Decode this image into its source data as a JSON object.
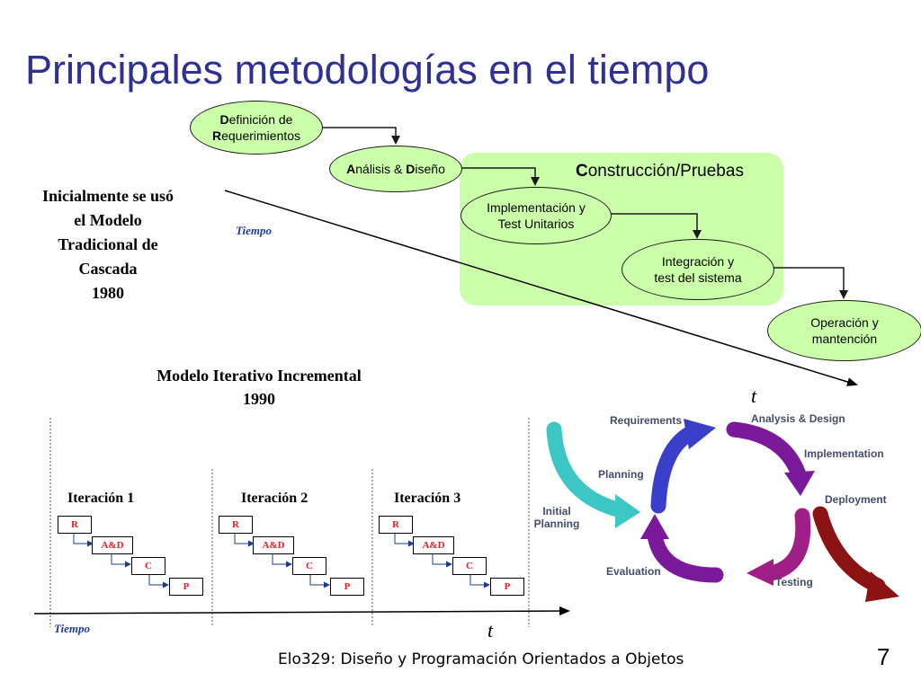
{
  "slide": {
    "title": "Principales metodologías en el tiempo",
    "footer": "Elo329: Diseño y Programación Orientados a Objetos",
    "page_number": "7"
  },
  "waterfall": {
    "caption_lines": [
      "Inicialmente se usó",
      "el Modelo",
      "Tradicional de",
      "Cascada",
      "1980"
    ],
    "axis_label": "Tiempo",
    "axis_end_label": "t",
    "group_label_first": "C",
    "group_label_rest": "onstrucción/Pruebas",
    "stages": [
      {
        "first": "D",
        "rest": "efinición de",
        "line2_first": "R",
        "line2_rest": "equerimientos"
      },
      {
        "a": "A",
        "b": "nálisis & ",
        "c": "D",
        "d": "iseño"
      },
      {
        "line1": "Implementación y",
        "line2": "Test Unitarios"
      },
      {
        "line1": "Integración y",
        "line2": "test del sistema"
      },
      {
        "line1": "Operación y",
        "line2": "mantención"
      }
    ]
  },
  "iterative": {
    "caption_line1": "Modelo Iterativo Incremental",
    "caption_line2": "1990",
    "axis_label": "Tiempo",
    "axis_end_label": "t",
    "iterations": [
      {
        "label": "Iteración 1",
        "steps": [
          "R",
          "A&D",
          "C",
          "P"
        ]
      },
      {
        "label": "Iteración 2",
        "steps": [
          "R",
          "A&D",
          "C",
          "P"
        ]
      },
      {
        "label": "Iteración 3",
        "steps": [
          "R",
          "A&D",
          "C",
          "P"
        ]
      }
    ]
  },
  "cycle": {
    "labels": {
      "initial_planning": "Initial Planning",
      "planning": "Planning",
      "requirements": "Requirements",
      "analysis_design": "Analysis & Design",
      "implementation": "Implementation",
      "deployment": "Deployment",
      "testing": "Testing",
      "evaluation": "Evaluation"
    },
    "colors": {
      "initial": "#3cc6c4",
      "blue": "#3a3fc9",
      "purple": "#7a1a9a",
      "magenta": "#a01f86",
      "deploy": "#8b1313"
    }
  }
}
